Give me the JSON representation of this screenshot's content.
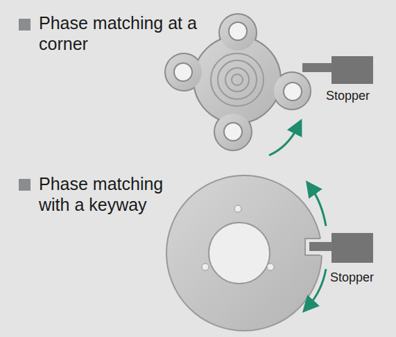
{
  "diagram": {
    "labels": [
      "Phase matching at a corner",
      "Stopper",
      "Phase matching with a keyway",
      "Stopper"
    ]
  }
}
